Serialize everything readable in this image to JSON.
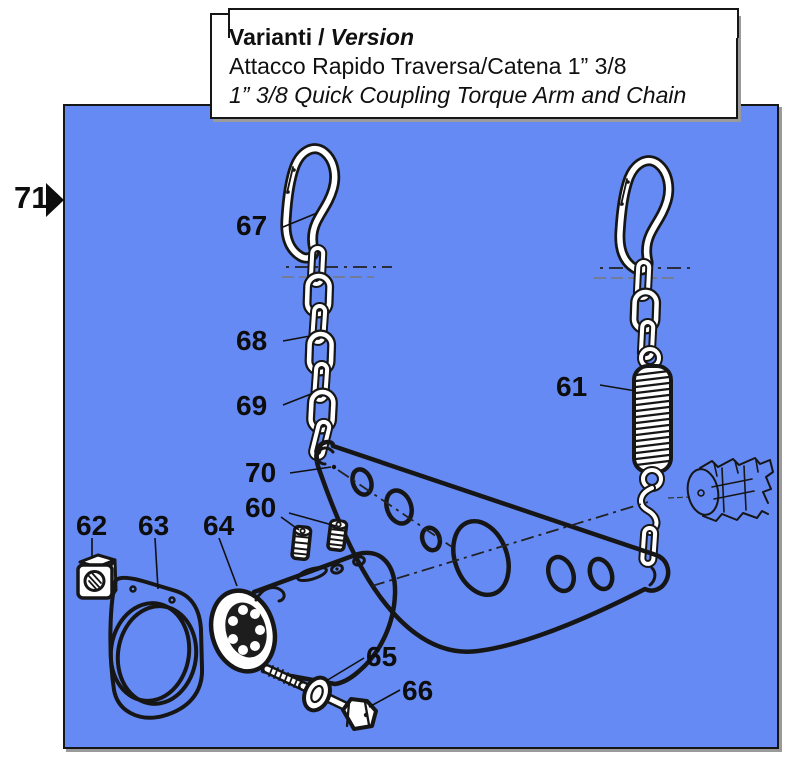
{
  "colors": {
    "panel_blue": "#668af3",
    "line_black": "#161616",
    "shadow_gray": "#9a9a9a"
  },
  "title_box": {
    "variant_label_it": "Varianti",
    "separator": "/",
    "variant_label_en": "Version",
    "subtitle_it": "Attacco Rapido Traversa/Catena 1” 3/8",
    "subtitle_en": "1” 3/8 Quick Coupling Torque Arm and Chain"
  },
  "figure_marker": {
    "number": "71"
  },
  "icons": {
    "figure_arrow": "filled-right-triangle"
  },
  "part_labels": [
    {
      "number": "67"
    },
    {
      "number": "68"
    },
    {
      "number": "69"
    },
    {
      "number": "61"
    },
    {
      "number": "70"
    },
    {
      "number": "60"
    },
    {
      "number": "62"
    },
    {
      "number": "63"
    },
    {
      "number": "64"
    },
    {
      "number": "65"
    },
    {
      "number": "66"
    }
  ]
}
